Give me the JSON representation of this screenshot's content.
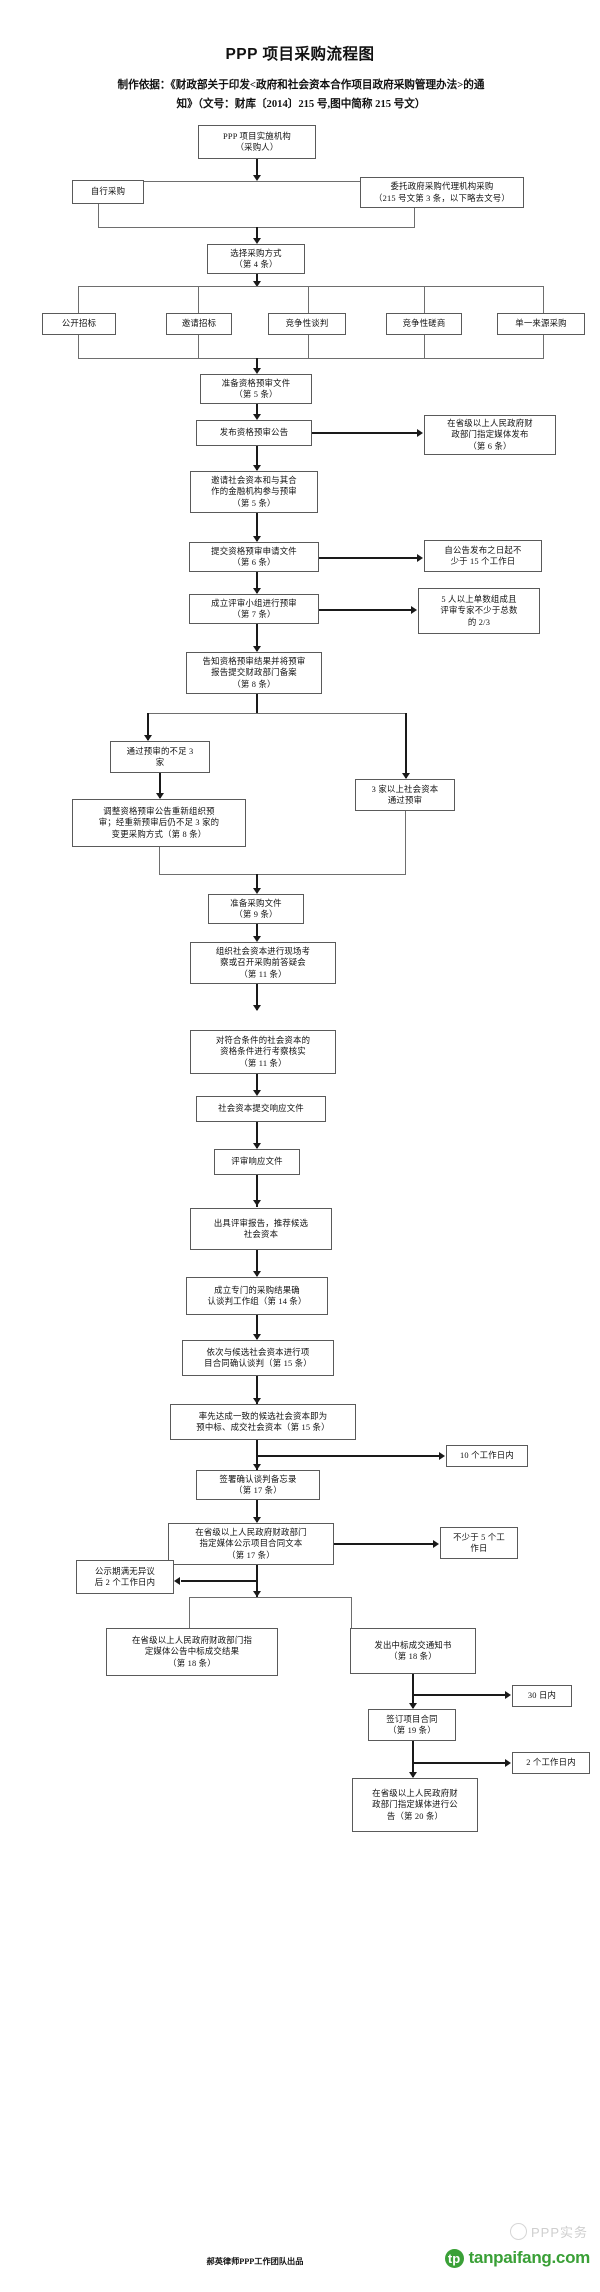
{
  "header": {
    "title": "PPP 项目采购流程图",
    "basis_label": "制作依据",
    "basis_line1": "：《财政部关于印发<政府和社会资本合作项目政府采购管理办法>的通",
    "basis_line2": "知》（文号：财库〔2014〕215 号,图中简称 215 号文）"
  },
  "nodes": {
    "n01": "PPP 项目实施机构\n（采购人）",
    "n02": "自行采购",
    "n03": "委托政府采购代理机构采购\n（215 号文第 3 条，以下略去文号）",
    "n04": "选择采购方式\n（第 4 条）",
    "m1": "公开招标",
    "m2": "邀请招标",
    "m3": "竞争性谈判",
    "m4": "竞争性磋商",
    "m5": "单一来源采购",
    "n05": "准备资格预审文件\n（第 5 条）",
    "n06": "发布资格预审公告",
    "s06": "在省级以上人民政府财\n政部门指定媒体发布\n（第 6 条）",
    "n07": "邀请社会资本和与其合\n作的金融机构参与预审\n（第 5 条）",
    "n08": "提交资格预审申请文件\n（第 6 条）",
    "s08": "自公告发布之日起不\n少于 15 个工作日",
    "n09": "成立评审小组进行预审\n（第 7 条）",
    "s09": "5 人以上单数组成且\n评审专家不少于总数\n的 2/3",
    "n10": "告知资格预审结果并将预审\n报告提交财政部门备案\n（第 8 条）",
    "n11": "通过预审的不足 3\n家",
    "n12": "3 家以上社会资本\n通过预审",
    "n13": "调整资格预审公告重新组织预\n审；经重新预审后仍不足 3 家的\n变更采购方式（第 8 条）",
    "n14": "准备采购文件\n（第 9 条）",
    "n15": "组织社会资本进行现场考\n察或召开采购前答疑会\n（第 11 条）",
    "n16": "对符合条件的社会资本的\n资格条件进行考察核实\n（第 11 条）",
    "n17": "社会资本提交响应文件",
    "n18": "评审响应文件",
    "n19": "出具评审报告，推荐候选\n社会资本",
    "n20": "成立专门的采购结果确\n认谈判工作组（第 14 条）",
    "n21": "依次与候选社会资本进行项\n目合同确认谈判（第 15 条）",
    "n22": "率先达成一致的候选社会资本即为\n预中标、成交社会资本（第 15 条）",
    "s22": "10 个工作日内",
    "n23": "签署确认谈判备忘录\n（第 17 条）",
    "n24": "在省级以上人民政府财政部门\n指定媒体公示项目合同文本\n（第 17 条）",
    "s24": "不少于 5 个工\n作日",
    "s25": "公示期满无异议\n后 2 个工作日内",
    "n26": "在省级以上人民政府财政部门指\n定媒体公告中标成交结果\n（第 18 条）",
    "n27": "发出中标成交通知书\n（第 18 条）",
    "s27": "30 日内",
    "n28": "签订项目合同\n（第 19 条）",
    "s28": "2 个工作日内",
    "n29": "在省级以上人民政府财\n政部门指定媒体进行公\n告（第 20 条）"
  },
  "footer": {
    "credit": "郝英律师PPP工作团队出品",
    "watermark": "PPP实务",
    "brand_icon": "tp",
    "brand_text": "tanpaifang.com"
  },
  "colors": {
    "box_border": "#5a5a5a",
    "line": "#1a1a1a",
    "brand_green": "#3aa037",
    "watermark_gray": "#cfcfcf"
  }
}
